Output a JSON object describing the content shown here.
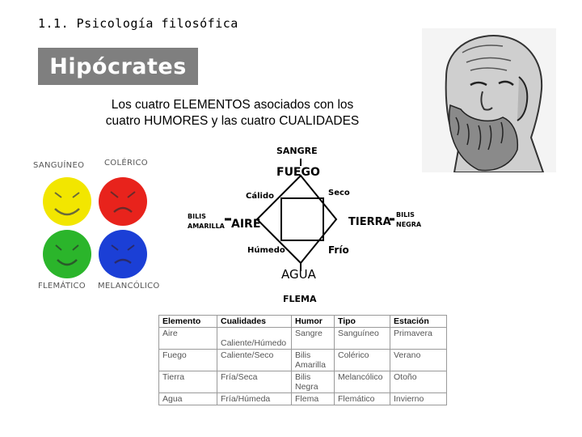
{
  "slide": {
    "heading": "1.1. Psicología filosófica",
    "title": "Hipócrates",
    "subtitle_line1": "Los cuatro ELEMENTOS asociados con los",
    "subtitle_line2": "cuatro HUMORES y las cuatro CUALIDADES"
  },
  "faces": {
    "sanguineo": {
      "label": "SANGUÍNEO",
      "color": "#f2e600"
    },
    "colerico": {
      "label": "COLÉRICO",
      "color": "#e8231c"
    },
    "flematico": {
      "label": "FLEMÁTICO",
      "color": "#2bb52b"
    },
    "melancolico": {
      "label": "MELANCÓLICO",
      "color": "#1b3fd6"
    }
  },
  "diagram": {
    "top_humor": "SANGRE",
    "top_element": "FUEGO",
    "q_warm": "Cálido",
    "q_dry": "Seco",
    "q_humid": "Húmedo",
    "q_cold": "Frío",
    "left_humor_1": "BILIS",
    "left_humor_2": "AMARILLA",
    "left_element": "AIRE",
    "right_element": "TIERRA",
    "right_humor_1": "BILIS",
    "right_humor_2": "NEGRA",
    "bottom_element": "AGUA",
    "bottom_humor": "FLEMA"
  },
  "table": {
    "headers": [
      "Elemento",
      "Cualidades",
      "Humor",
      "Tipo",
      "Estación"
    ],
    "rows": [
      {
        "elemento": "Aire",
        "cualidades": "Caliente/Húmedo",
        "humor": "Sangre",
        "tipo": "Sanguíneo",
        "estacion": "Primavera"
      },
      {
        "elemento": "Fuego",
        "cualidades": "Caliente/Seco",
        "humor": "Bilis Amarilla",
        "tipo": "Colérico",
        "estacion": "Verano"
      },
      {
        "elemento": "Tierra",
        "cualidades": "Fría/Seca",
        "humor": "Bilis Negra",
        "tipo": "Melancólico",
        "estacion": "Otoño"
      },
      {
        "elemento": "Agua",
        "cualidades": "Fría/Húmeda",
        "humor": "Flema",
        "tipo": "Flemático",
        "estacion": "Invierno"
      }
    ]
  }
}
